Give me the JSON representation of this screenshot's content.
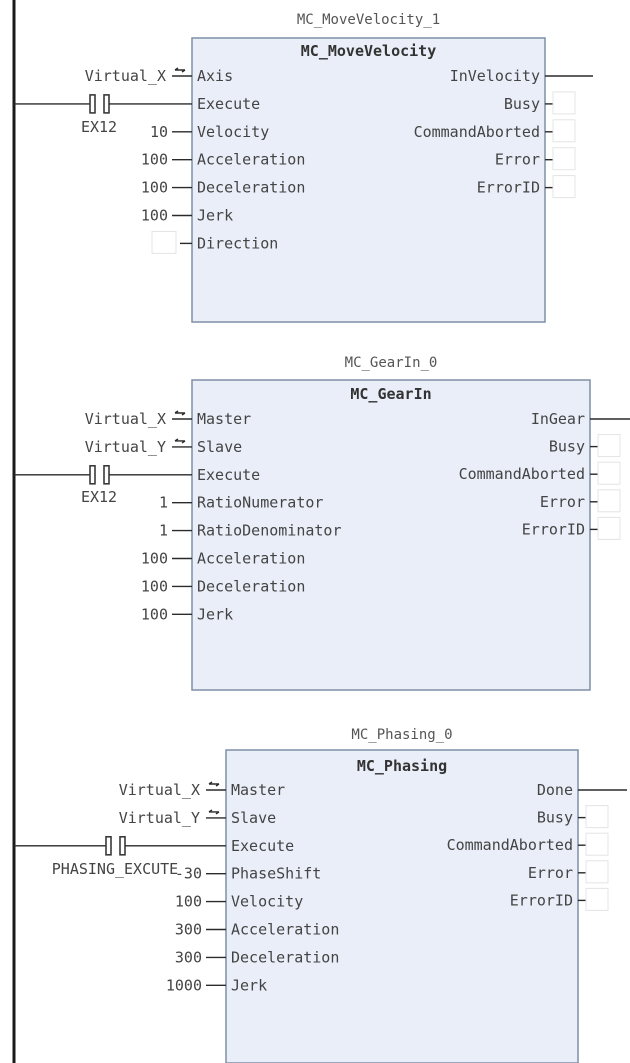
{
  "blocks": [
    {
      "instance": "MC_MoveVelocity_1",
      "type": "MC_MoveVelocity",
      "contact": "EX12",
      "inputs": [
        {
          "pin": "Axis",
          "var": "Virtual_X",
          "inout": true
        },
        {
          "pin": "Execute",
          "var": "",
          "contact": true
        },
        {
          "pin": "Velocity",
          "var": "10"
        },
        {
          "pin": "Acceleration",
          "var": "100"
        },
        {
          "pin": "Deceleration",
          "var": "100"
        },
        {
          "pin": "Jerk",
          "var": "100"
        },
        {
          "pin": "Direction",
          "var": "",
          "empty": true
        }
      ],
      "outputs": [
        "InVelocity",
        "Busy",
        "CommandAborted",
        "Error",
        "ErrorID"
      ]
    },
    {
      "instance": "MC_GearIn_0",
      "type": "MC_GearIn",
      "contact": "EX12",
      "inputs": [
        {
          "pin": "Master",
          "var": "Virtual_X",
          "inout": true
        },
        {
          "pin": "Slave",
          "var": "Virtual_Y",
          "inout": true
        },
        {
          "pin": "Execute",
          "var": "",
          "contact": true
        },
        {
          "pin": "RatioNumerator",
          "var": "1"
        },
        {
          "pin": "RatioDenominator",
          "var": "1"
        },
        {
          "pin": "Acceleration",
          "var": "100"
        },
        {
          "pin": "Deceleration",
          "var": "100"
        },
        {
          "pin": "Jerk",
          "var": "100"
        }
      ],
      "outputs": [
        "InGear",
        "Busy",
        "CommandAborted",
        "Error",
        "ErrorID"
      ]
    },
    {
      "instance": "MC_Phasing_0",
      "type": "MC_Phasing",
      "contact": "PHASING_EXCUTE",
      "inputs": [
        {
          "pin": "Master",
          "var": "Virtual_X",
          "inout": true
        },
        {
          "pin": "Slave",
          "var": "Virtual_Y",
          "inout": true
        },
        {
          "pin": "Execute",
          "var": "",
          "contact": true
        },
        {
          "pin": "PhaseShift",
          "var": "-30"
        },
        {
          "pin": "Velocity",
          "var": "100"
        },
        {
          "pin": "Acceleration",
          "var": "300"
        },
        {
          "pin": "Deceleration",
          "var": "300"
        },
        {
          "pin": "Jerk",
          "var": "1000"
        }
      ],
      "outputs": [
        "Done",
        "Busy",
        "CommandAborted",
        "Error",
        "ErrorID"
      ]
    }
  ]
}
